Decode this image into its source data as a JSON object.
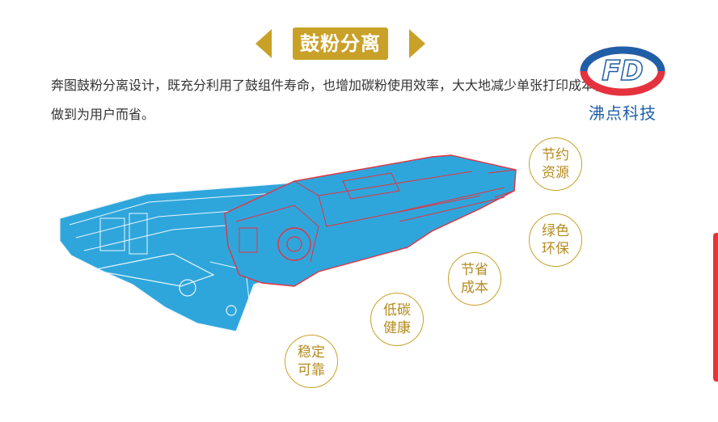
{
  "header": {
    "title": "鼓粉分离"
  },
  "description": "奔图鼓粉分离设计，既充分利用了鼓组件寿命，也增加碳粉使用效率，大大地减少单张打印成本，做到为用户而省。",
  "brand": {
    "name": "沸点科技",
    "logo_letters": "FD"
  },
  "badges": [
    {
      "label": "节约资源"
    },
    {
      "label": "绿色环保"
    },
    {
      "label": "节省成本"
    },
    {
      "label": "低碳健康"
    },
    {
      "label": "稳定可靠"
    }
  ],
  "colors": {
    "gold": "#c9a128",
    "drum_blue": "#2fa6db",
    "outline_red": "#e5323f",
    "brand_blue": "#1f5fa8",
    "brand_red": "#e5323f"
  }
}
